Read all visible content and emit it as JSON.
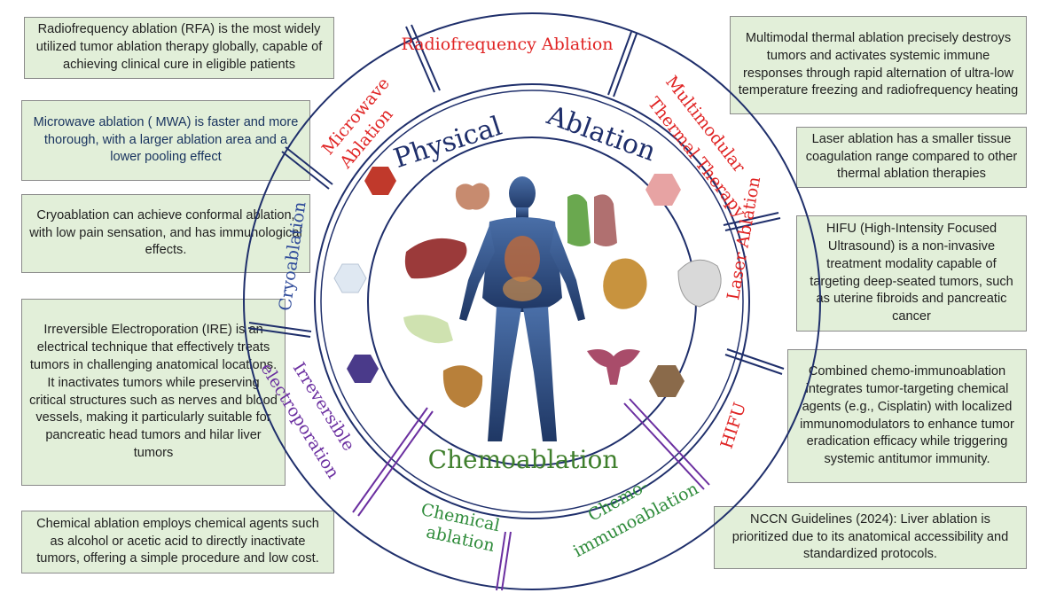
{
  "notes": {
    "rfa": "Radiofrequency ablation (RFA) is the most widely utilized tumor ablation therapy globally, capable of achieving clinical cure in eligible patients",
    "mwa": "Microwave ablation ( MWA) is faster and more thorough, with a larger ablation area and a lower pooling effect",
    "cryo": "Cryoablation can achieve conformal ablation, with low pain sensation, and has immunological effects.",
    "ire": "Irreversible Electroporation (IRE) is an electrical technique that effectively treats tumors in challenging anatomical locations. It inactivates tumors while preserving critical structures such as nerves and blood vessels, making it particularly suitable for pancreatic head tumors and hilar liver tumors",
    "chemical": "Chemical ablation employs chemical agents such as alcohol or acetic acid to directly inactivate tumors, offering a simple procedure and low cost.",
    "multimodal": "Multimodal thermal ablation precisely destroys tumors and activates systemic immune responses through rapid alternation of ultra-low temperature freezing and radiofrequency heating",
    "laser": "Laser ablation has a smaller tissue coagulation range compared to other thermal ablation therapies",
    "hifu": "HIFU (High-Intensity Focused Ultrasound) is a non-invasive treatment modality capable of targeting deep-seated tumors, such as uterine fibroids and pancreatic cancer",
    "chemo_immuno": "Combined chemo-immunoablation integrates tumor-targeting chemical agents (e.g., Cisplatin) with localized immunomodulators to enhance tumor eradication efficacy while triggering systemic antitumor immunity.",
    "nccn": "NCCN Guidelines (2024): Liver ablation is prioritized due to its anatomical accessibility and standardized protocols."
  },
  "ring": {
    "rfa": "Radiofrequency Ablation",
    "multimodular_1": "Multimodular",
    "multimodular_2": "Thermal Therapy",
    "laser": "Laser Ablation",
    "hifu": "HIFU",
    "chemo_immuno_1": "Chemo-",
    "chemo_immuno_2": "immunoablation",
    "chemical_1": "Chemical",
    "chemical_2": "ablation",
    "ire_1": "Irreversible",
    "ire_2": "electroporation",
    "cryo": "Cryoablation",
    "mwa_1": "Microwave",
    "mwa_2": "Ablation"
  },
  "categories": {
    "physical": "Physical",
    "ablation": "Ablation",
    "chemo": "Chemoablation"
  },
  "colors": {
    "red": "#e02424",
    "navy": "#1f2f6b",
    "green": "#3f7f2c",
    "purple": "#6b2fa0",
    "box_fill": "#e2efd9"
  }
}
